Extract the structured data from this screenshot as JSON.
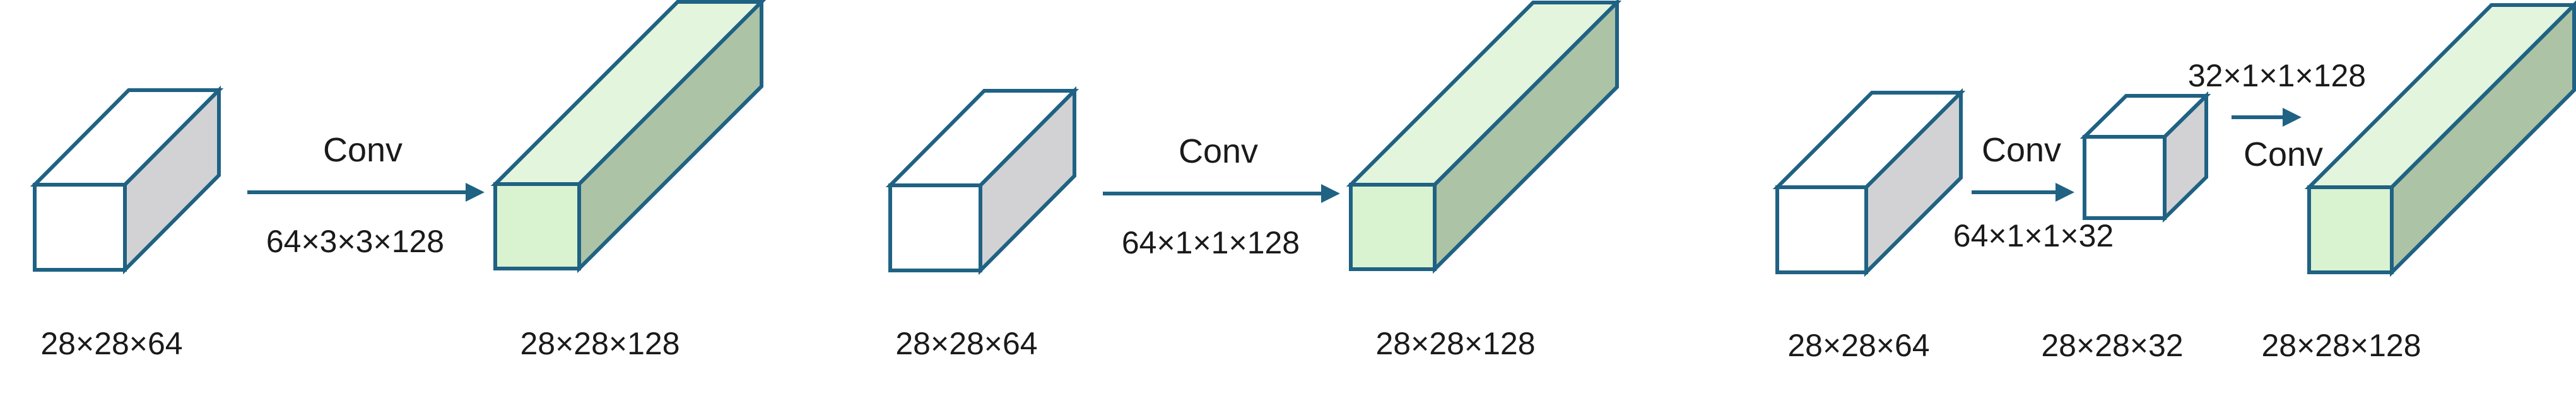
{
  "colors": {
    "stroke": "#1f6283",
    "white_front": "#ffffff",
    "white_top": "#ffffff",
    "white_side": "#d2d2d4",
    "green_front": "#d9f2d0",
    "green_top": "#e3f5dc",
    "green_side": "#adc3a6",
    "arrow": "#1f6283"
  },
  "panels": [
    {
      "input_dim": "28×28×64",
      "conv_label": "Conv",
      "kernel_label": "64×3×3×128",
      "output_dim": "28×28×128"
    },
    {
      "input_dim": "28×28×64",
      "conv_label": "Conv",
      "kernel_label": "64×1×1×128",
      "output_dim": "28×28×128"
    },
    {
      "input_dim": "28×28×64",
      "conv1_label": "Conv",
      "kernel1_label": "64×1×1×32",
      "mid_dim": "28×28×32",
      "conv2_label": "Conv",
      "kernel2_label": "32×1×1×128",
      "output_dim": "28×28×128"
    }
  ]
}
